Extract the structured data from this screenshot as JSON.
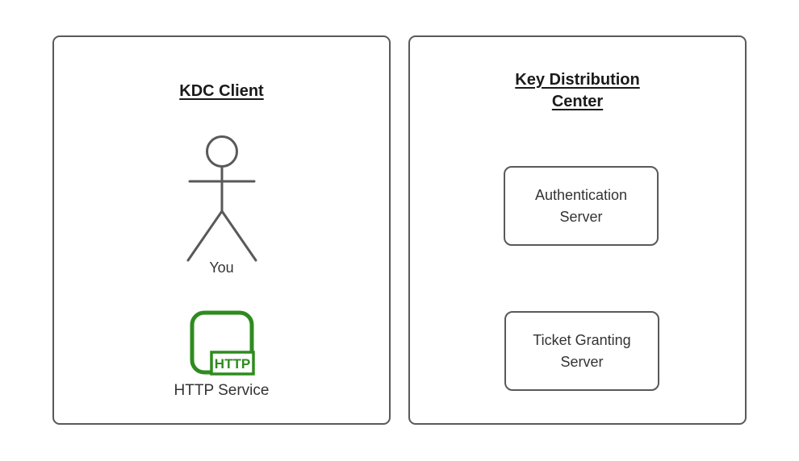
{
  "diagram": {
    "client_panel": {
      "title": "KDC Client",
      "actor_label": "You",
      "service_label": "HTTP Service",
      "http_badge": "HTTP"
    },
    "kdc_panel": {
      "title": "Key Distribution Center",
      "servers": [
        {
          "label": "Authentication Server"
        },
        {
          "label": "Ticket Granting Server"
        }
      ]
    },
    "colors": {
      "panel_border": "#595959",
      "title_text": "#1a1a1a",
      "label_text": "#333333",
      "http_green": "#2e8b1e",
      "background": "#ffffff"
    }
  }
}
